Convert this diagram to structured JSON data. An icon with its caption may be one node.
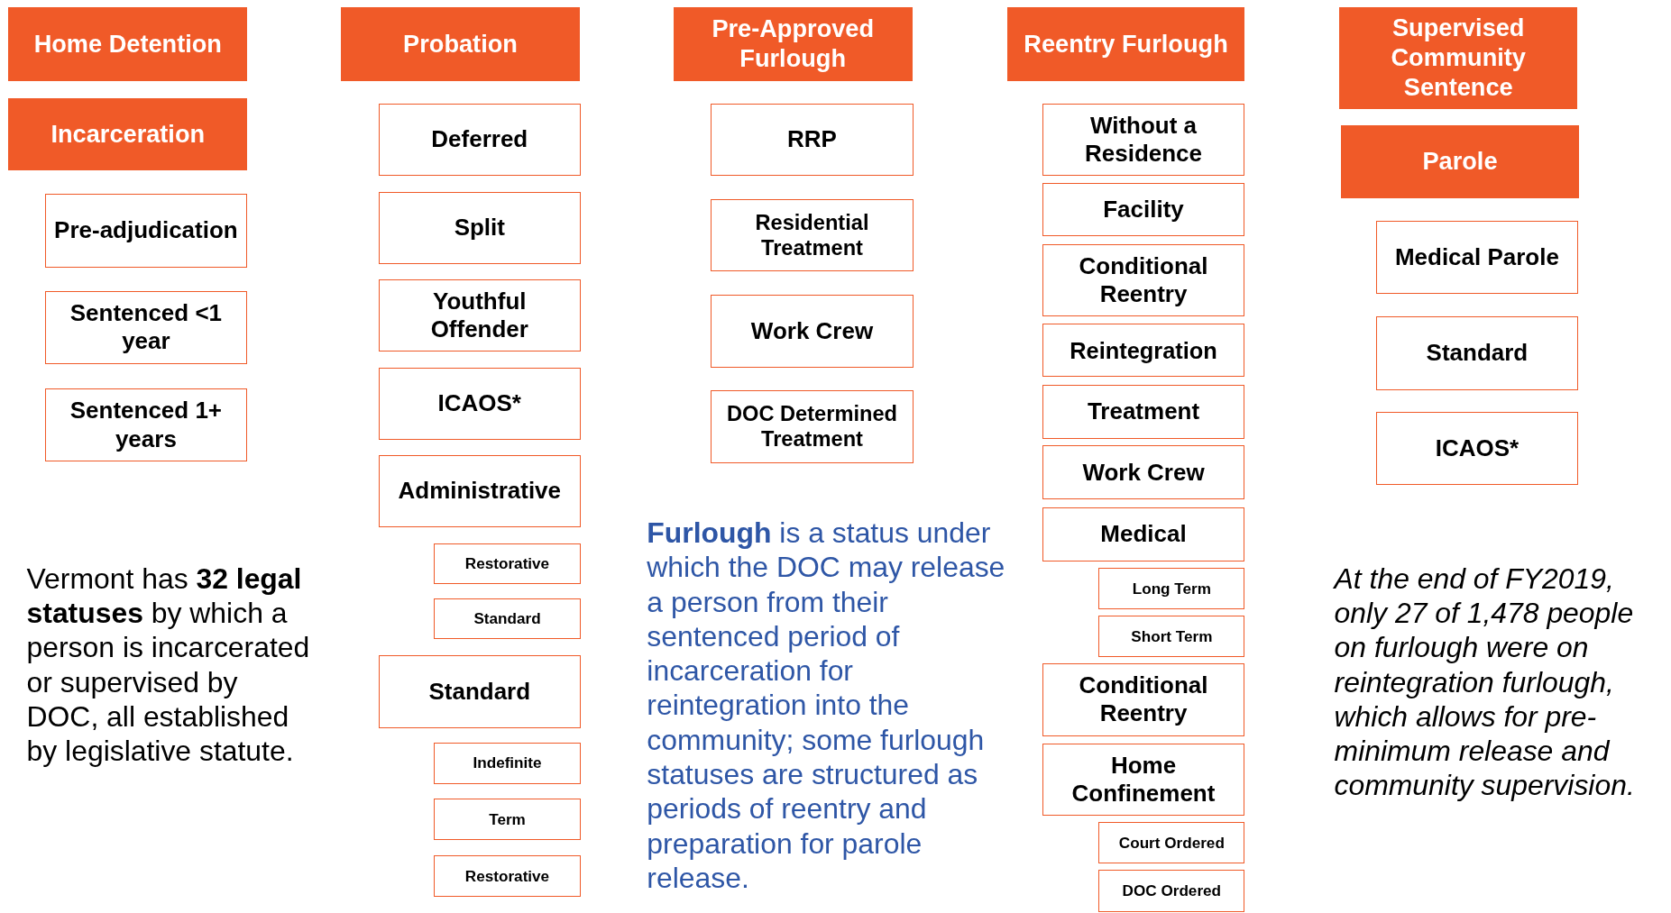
{
  "diagram": {
    "nodes": [
      {
        "text": [
          "Home Detention"
        ]
      },
      {
        "text": [
          "Incarceration"
        ]
      },
      {
        "text": [
          "Pre-adjudication"
        ]
      },
      {
        "text": [
          "Sentenced <1 year"
        ]
      },
      {
        "text": [
          "Sentenced 1+ years"
        ]
      },
      {
        "text": [
          "Probation"
        ]
      },
      {
        "text": [
          "Deferred"
        ]
      },
      {
        "text": [
          "Split"
        ]
      },
      {
        "text": [
          "Youthful Offender"
        ]
      },
      {
        "text": [
          "ICAOS*"
        ]
      },
      {
        "text": [
          "Administrative"
        ]
      },
      {
        "text": [
          "Restorative"
        ]
      },
      {
        "text": [
          "Standard"
        ]
      },
      {
        "text": [
          "Standard"
        ]
      },
      {
        "text": [
          "Indefinite"
        ]
      },
      {
        "text": [
          "Term"
        ]
      },
      {
        "text": [
          "Restorative"
        ]
      },
      {
        "text": [
          "Pre-Approved Furlough"
        ]
      },
      {
        "text": [
          "RRP"
        ]
      },
      {
        "text": [
          "Residential Treatment"
        ]
      },
      {
        "text": [
          "Work Crew"
        ]
      },
      {
        "text": [
          "DOC Determined Treatment"
        ]
      },
      {
        "text": [
          "Reentry Furlough"
        ]
      },
      {
        "text": [
          "Without a Residence"
        ]
      },
      {
        "text": [
          "Facility"
        ]
      },
      {
        "text": [
          "Conditional Reentry"
        ]
      },
      {
        "text": [
          "Reintegration"
        ]
      },
      {
        "text": [
          "Treatment"
        ]
      },
      {
        "text": [
          "Work Crew"
        ]
      },
      {
        "text": [
          "Medical"
        ]
      },
      {
        "text": [
          "Long Term"
        ]
      },
      {
        "text": [
          "Short Term"
        ]
      },
      {
        "text": [
          "Conditional Reentry"
        ]
      },
      {
        "text": [
          "Home Confinement"
        ]
      },
      {
        "text": [
          "Court Ordered"
        ]
      },
      {
        "text": [
          "DOC Ordered"
        ]
      },
      {
        "text": [
          "Supervised Community Sentence"
        ]
      },
      {
        "text": [
          "Parole"
        ]
      },
      {
        "text": [
          "Medical Parole"
        ]
      },
      {
        "text": [
          "Standard"
        ]
      },
      {
        "text": [
          "ICAOS*"
        ]
      }
    ],
    "labels": [
      "Vermont has **32 legal statuses** by which a person is incarcerated or supervised by DOC, all established by legislative statute.",
      "**Furlough** is a status under which the DOC may release a person from their sentenced period of incarceration for reintegration into the community; some furlough statuses are structured as periods of reentry and preparation for parole release.",
      "At the end of FY2019, only 27 of 1,478 people on furlough were on reintegration furlough, which allows for pre-minimum release and community supervision."
    ]
  }
}
